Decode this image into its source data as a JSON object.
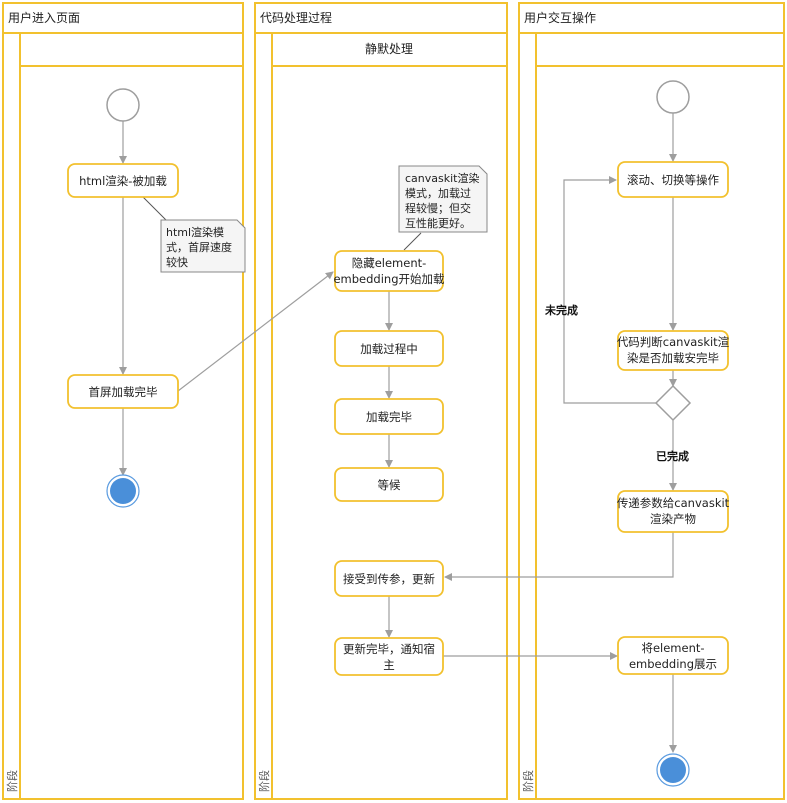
{
  "lanes": [
    {
      "title": "用户进入页面",
      "stage": "阶段",
      "subheader": ""
    },
    {
      "title": "代码处理过程",
      "stage": "阶段",
      "subheader": "静默处理"
    },
    {
      "title": "用户交互操作",
      "stage": "阶段",
      "subheader": ""
    }
  ],
  "nodes": {
    "html_render": [
      "html渲染-被加载"
    ],
    "first_screen_done": [
      "首屏加载完毕"
    ],
    "hide_embedding": [
      "隐藏element-",
      "embedding开始加载"
    ],
    "loading": [
      "加载过程中"
    ],
    "load_done": [
      "加载完毕"
    ],
    "wait": [
      "等候"
    ],
    "receive_params": [
      "接受到传参，更新"
    ],
    "update_done": [
      "更新完毕，通知宿",
      "主"
    ],
    "scroll_switch": [
      "滚动、切换等操作"
    ],
    "check_loaded": [
      "代码判断canvaskit渲",
      "染是否加载安完毕"
    ],
    "pass_params": [
      "传递参数给canvaskit",
      "渲染产物"
    ],
    "show_embedding": [
      "将element-",
      "embedding展示"
    ]
  },
  "notes": {
    "html_note": [
      "html渲染模",
      "式，首屏速度",
      "较快"
    ],
    "canvaskit_note": [
      "canvaskit渲染",
      "模式，加载过",
      "程较慢；但交",
      "互性能更好。"
    ]
  },
  "edge_labels": {
    "not_done": "未完成",
    "done": "已完成"
  },
  "colors": {
    "lane_border": "#f2c12e",
    "node_fill": "#ffffff",
    "node_border": "#f2c12e",
    "edge": "#9e9e9e",
    "end_fill": "#4a8fd9",
    "note_fill": "#f5f5f5",
    "note_border": "#888888"
  }
}
